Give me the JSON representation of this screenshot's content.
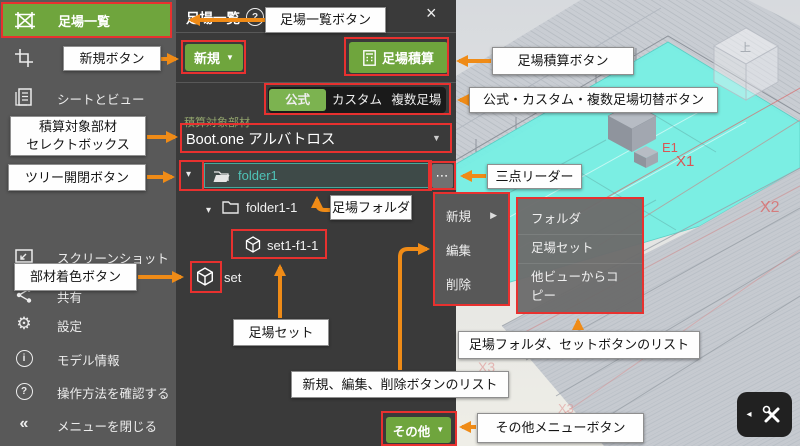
{
  "sidebar": {
    "items": [
      {
        "label": "足場一覧"
      },
      {
        "label": ""
      },
      {
        "label": "シートとビュー"
      },
      {
        "label": "スクリーンショット"
      },
      {
        "label": "共有"
      },
      {
        "label": "設定"
      },
      {
        "label": "モデル情報"
      },
      {
        "label": "操作方法を確認する"
      },
      {
        "label": "メニューを閉じる"
      }
    ]
  },
  "panel": {
    "title": "足場一覧",
    "new_button": "新規",
    "estimate_button": "足場積算",
    "tabs": [
      {
        "label": "公式"
      },
      {
        "label": "カスタム"
      },
      {
        "label": "複数足場"
      }
    ],
    "active_tab": "公式",
    "select_label": "積算対象部材",
    "select_value": "Boot.one アルバトロス",
    "more_button": "その他",
    "tree": {
      "root_folder": "folder1",
      "sub_folder": "folder1-1",
      "sub_set": "set1-f1-1",
      "root_set": "set"
    }
  },
  "context_menu": {
    "items": [
      {
        "label": "新規"
      },
      {
        "label": "編集"
      },
      {
        "label": "削除"
      }
    ]
  },
  "context_submenu": {
    "items": [
      {
        "label": "フォルダ"
      },
      {
        "label": "足場セット"
      },
      {
        "label": "他ビューからコピー"
      }
    ]
  },
  "annotations": [
    {
      "label": "足場一覧ボタン"
    },
    {
      "label": "新規ボタン"
    },
    {
      "label": "足場積算ボタン"
    },
    {
      "label": "公式・カスタム・複数足場切替ボタン"
    },
    {
      "label": "積算対象部材\nセレクトボックス"
    },
    {
      "label": "ツリー開閉ボタン"
    },
    {
      "label": "足場フォルダ"
    },
    {
      "label": "三点リーダー"
    },
    {
      "label": "部材着色ボタン"
    },
    {
      "label": "足場セット"
    },
    {
      "label": "新規、編集、削除ボタンのリスト"
    },
    {
      "label": "足場フォルダ、セットボタンのリスト"
    },
    {
      "label": "その他メニューボタン"
    }
  ],
  "icons": {
    "close": "×",
    "help": "?",
    "info": "i",
    "ellipsis": "⋯",
    "caret_down": "▾",
    "caret_small": "▼",
    "submenu_arrow": "▶",
    "collapse_chevrons": "«",
    "gear": "⚙",
    "back_triangle": "◂"
  },
  "viewport": {
    "grid_labels": [
      "E1",
      "X1",
      "X2",
      "X3",
      "X3"
    ],
    "view_cube_top": "上"
  },
  "colors": {
    "accent_green": "#6fa53d",
    "highlight_red": "#e8312f",
    "arrow_orange": "#ef8b17",
    "selected_teal": "#4fc3b7",
    "floor_cyan": "#76efe4"
  }
}
